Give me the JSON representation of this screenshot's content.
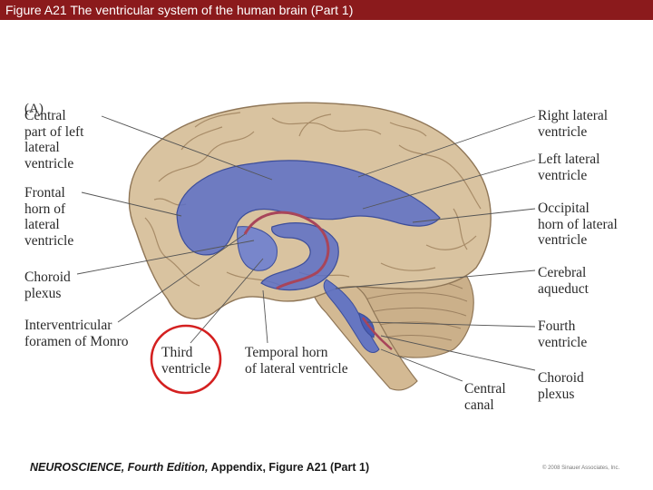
{
  "title": "Figure A21  The ventricular system of the human brain (Part 1)",
  "panel_label": "(A)",
  "labels_left": {
    "central": [
      "Central",
      "part of left",
      "lateral",
      "ventricle"
    ],
    "frontal": [
      "Frontal",
      "horn of",
      "lateral",
      "ventricle"
    ],
    "choroid": [
      "Choroid",
      "plexus"
    ],
    "interventricular": [
      "Interventricular",
      "foramen of Monro"
    ],
    "third": [
      "Third",
      "ventricle"
    ],
    "temporal": [
      "Temporal horn",
      " of  lateral ventricle"
    ]
  },
  "labels_right": {
    "right_lateral": [
      "Right lateral",
      "ventricle"
    ],
    "left_lateral": [
      "Left lateral",
      "ventricle"
    ],
    "occipital": [
      "Occipital",
      "horn of lateral",
      "ventricle"
    ],
    "aqueduct": [
      "Cerebral",
      "aqueduct"
    ],
    "fourth": [
      "Fourth",
      "ventricle"
    ],
    "central_canal": [
      "Central",
      "canal"
    ],
    "choroid2": [
      "Choroid",
      "plexus"
    ]
  },
  "caption": {
    "book": "NEUROSCIENCE, Fourth Edition,",
    "rest": " Appendix, Figure A21 (Part 1)"
  },
  "copyright": "© 2008 Sinauer Associates, Inc.",
  "colors": {
    "titlebar": "#8b1a1c",
    "brain": "#d9c3a0",
    "ventricle": "#5a6fc7",
    "choroid": "#a8455a",
    "highlight_circle": "#d42020"
  }
}
